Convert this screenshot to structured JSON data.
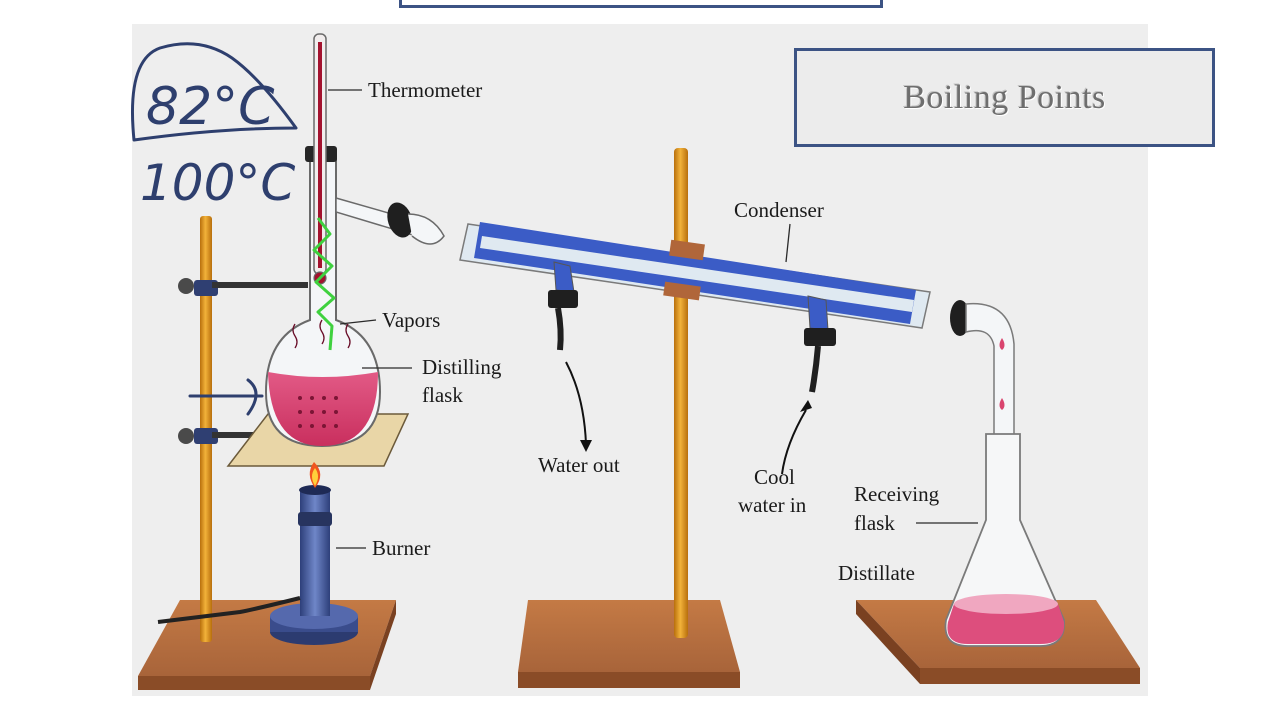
{
  "title": "Boiling Points",
  "labels": {
    "thermometer": "Thermometer",
    "condenser": "Condenser",
    "vapors": "Vapors",
    "distilling_line1": "Distilling",
    "distilling_line2": "flask",
    "water_out": "Water out",
    "cool_line1": "Cool",
    "cool_line2": "water in",
    "receiving_line1": "Receiving",
    "receiving_line2": "flask",
    "distillate": "Distillate",
    "burner": "Burner"
  },
  "handwriting": {
    "temp1": "82°C",
    "temp2": "100°C"
  },
  "colors": {
    "frame": "#3c5384",
    "condenser_jacket": "#3b5cc6",
    "liquid": "#d9456f",
    "stand_rod": "#e39a1c",
    "base_wood": "#b06a3a",
    "annotation_ink": "#2e3f6e",
    "annotation_green": "#3fd13f"
  }
}
